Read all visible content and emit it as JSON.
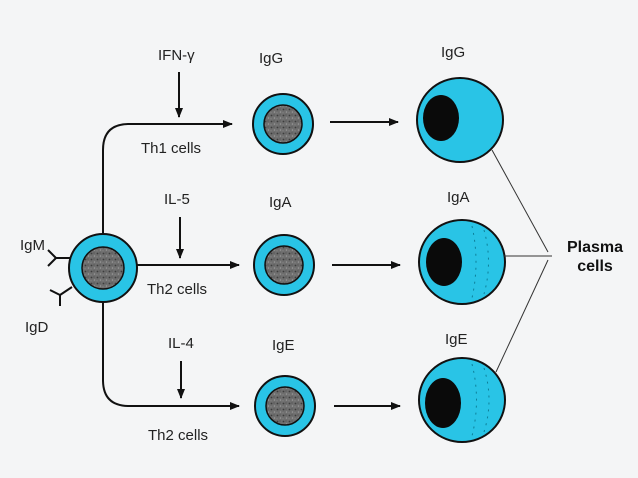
{
  "colors": {
    "cell_fill": "#29c4e6",
    "nucleus_fill": "#6e6e6e",
    "plasma_nucleus": "#0a0a0a",
    "stroke": "#111111",
    "background": "#f4f5f6"
  },
  "receptors": [
    "IgM",
    "IgD"
  ],
  "branches": [
    {
      "cytokine": "IFN-γ",
      "helper": "Th1 cells",
      "b_isotype": "IgG",
      "plasma_isotype": "IgG"
    },
    {
      "cytokine": "IL-5",
      "helper": "Th2 cells",
      "b_isotype": "IgA",
      "plasma_isotype": "IgA"
    },
    {
      "cytokine": "IL-4",
      "helper": "Th2 cells",
      "b_isotype": "IgE",
      "plasma_isotype": "IgE"
    }
  ],
  "plasma": {
    "line1": "Plasma",
    "line2": "cells"
  }
}
